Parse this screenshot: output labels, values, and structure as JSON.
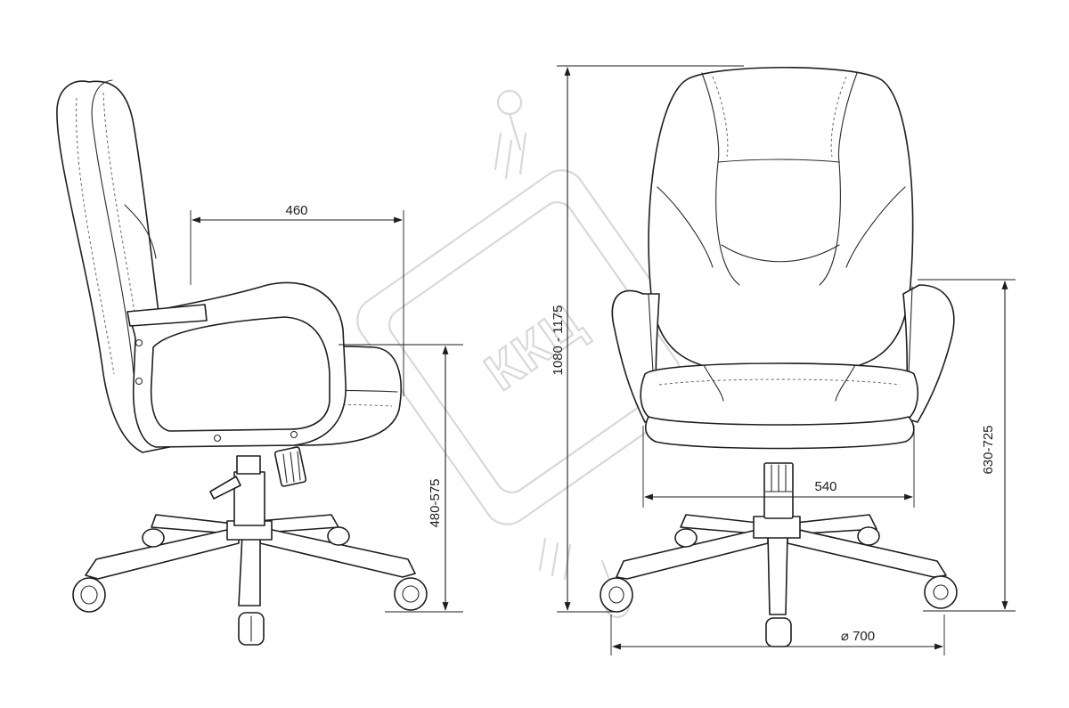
{
  "watermark": {
    "text": "ККЦ"
  },
  "dimensions": {
    "seat_depth": "460",
    "seat_height": "480-575",
    "overall_height": "1080 - 1175",
    "armrest_height": "630-725",
    "seat_width": "540",
    "base_diameter": "⌀ 700"
  }
}
